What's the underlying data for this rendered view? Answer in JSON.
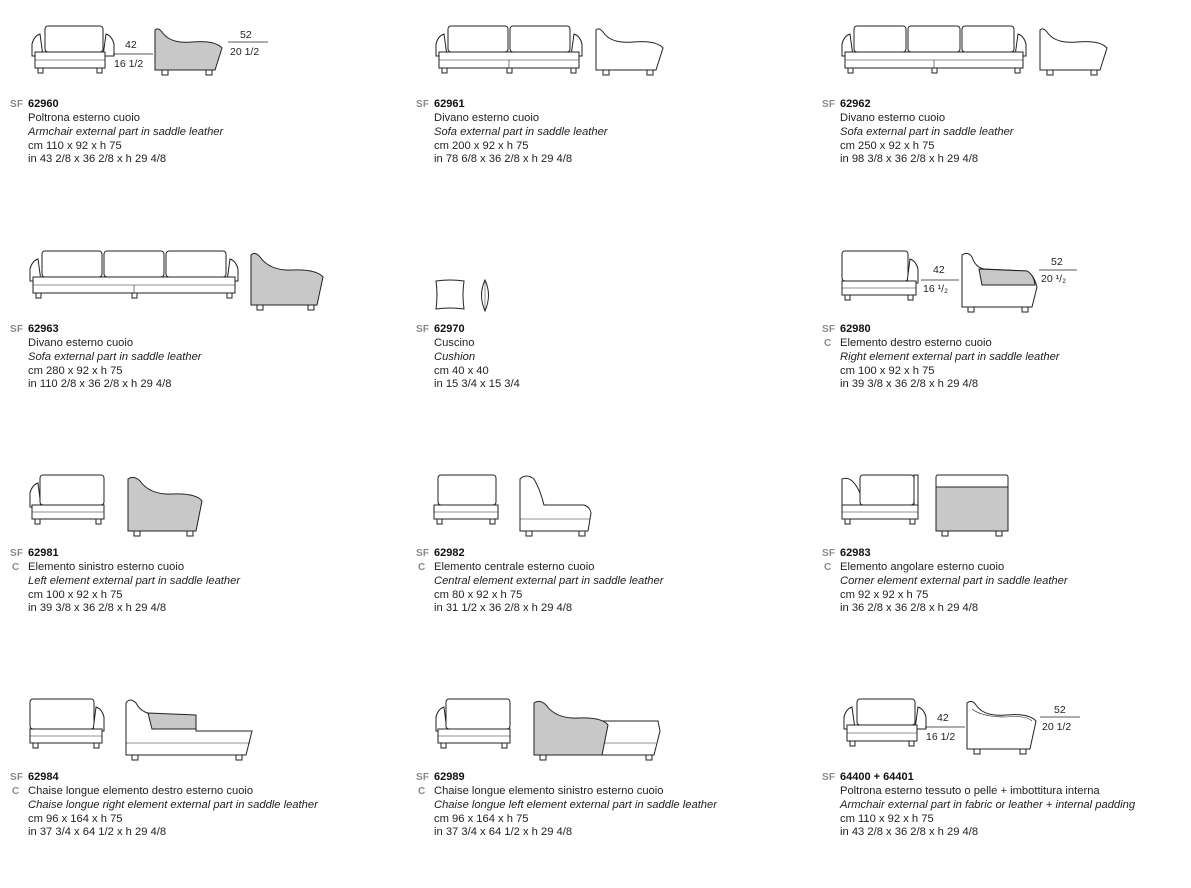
{
  "products": [
    {
      "id": "62960",
      "tag1": "SF",
      "tag2": "",
      "dims": {
        "seat": "42",
        "seat_in": "16 1/2",
        "back": "52",
        "back_in": "20 1/2"
      },
      "name": "Poltrona esterno cuoio",
      "desc": "Armchair external part in saddle leather",
      "cm": "cm 110 x 92 x h 75",
      "in": "in 43 2/8 x 36 2/8 x h 29 4/8"
    },
    {
      "id": "62961",
      "tag1": "SF",
      "tag2": "",
      "dims": null,
      "name": "Divano esterno cuoio",
      "desc": "Sofa external part in saddle leather",
      "cm": "cm 200 x 92 x h 75",
      "in": "in 78 6/8 x 36 2/8 x h 29 4/8"
    },
    {
      "id": "62962",
      "tag1": "SF",
      "tag2": "",
      "dims": null,
      "name": "Divano esterno cuoio",
      "desc": "Sofa external part in saddle leather",
      "cm": "cm 250 x 92 x h 75",
      "in": "in 98 3/8 x 36 2/8 x h 29 4/8"
    },
    {
      "id": "62963",
      "tag1": "SF",
      "tag2": "",
      "dims": null,
      "name": "Divano esterno cuoio",
      "desc": "Sofa external part in saddle leather",
      "cm": "cm 280 x 92 x h 75",
      "in": "in 110 2/8 x 36 2/8 x h 29 4/8"
    },
    {
      "id": "62970",
      "tag1": "SF",
      "tag2": "",
      "dims": null,
      "name": "Cuscino",
      "desc": "Cushion",
      "cm": "cm 40 x 40",
      "in": "in 15 3/4 x 15 3/4"
    },
    {
      "id": "62980",
      "tag1": "SF",
      "tag2": "C",
      "dims": {
        "seat": "42",
        "seat_in": "16 ¹/₂",
        "back": "52",
        "back_in": "20 ¹/₂"
      },
      "name": "Elemento destro esterno cuoio",
      "desc": "Right element external part in saddle leather",
      "cm": "cm 100 x 92 x h 75",
      "in": "in 39 3/8 x 36 2/8 x h 29 4/8"
    },
    {
      "id": "62981",
      "tag1": "SF",
      "tag2": "C",
      "dims": null,
      "name": "Elemento sinistro esterno cuoio",
      "desc": "Left element external part in saddle leather",
      "cm": "cm 100 x 92 x h 75",
      "in": "in 39 3/8 x 36 2/8 x h 29 4/8"
    },
    {
      "id": "62982",
      "tag1": "SF",
      "tag2": "C",
      "dims": null,
      "name": "Elemento centrale esterno cuoio",
      "desc": "Central element external part in saddle leather",
      "cm": "cm 80 x 92 x h 75",
      "in": "in 31 1/2 x 36 2/8 x h 29 4/8"
    },
    {
      "id": "62983",
      "tag1": "SF",
      "tag2": "C",
      "dims": null,
      "name": "Elemento angolare esterno cuoio",
      "desc": "Corner element external part in saddle leather",
      "cm": "cm 92 x 92 x h 75",
      "in": "in 36 2/8 x 36 2/8 x h 29 4/8"
    },
    {
      "id": "62984",
      "tag1": "SF",
      "tag2": "C",
      "dims": null,
      "name": "Chaise longue elemento destro esterno cuoio",
      "desc": "Chaise longue right element external part in saddle leather",
      "cm": "cm 96 x 164 x h 75",
      "in": "in 37 3/4 x 64 1/2 x h 29 4/8"
    },
    {
      "id": "62989",
      "tag1": "SF",
      "tag2": "C",
      "dims": null,
      "name": "Chaise longue elemento sinistro esterno cuoio",
      "desc": "Chaise longue left element external part in saddle leather",
      "cm": "cm 96 x 164 x h 75",
      "in": "in 37 3/4 x 64 1/2 x h 29 4/8"
    },
    {
      "id": "64400 + 64401",
      "tag1": "SF",
      "tag2": "",
      "dims": {
        "seat": "42",
        "seat_in": "16 1/2",
        "back": "52",
        "back_in": "20 1/2"
      },
      "name": "Poltrona esterno tessuto o pelle + imbottitura interna",
      "desc": "Armchair external part in fabric or leather + internal padding",
      "cm": "cm 110 x 92 x h 75",
      "in": "in 43 2/8 x 36 2/8 x h 29 4/8"
    }
  ],
  "colors": {
    "line": "#222222",
    "shade": "#c8c8c8",
    "light": "#f4f4f4"
  }
}
